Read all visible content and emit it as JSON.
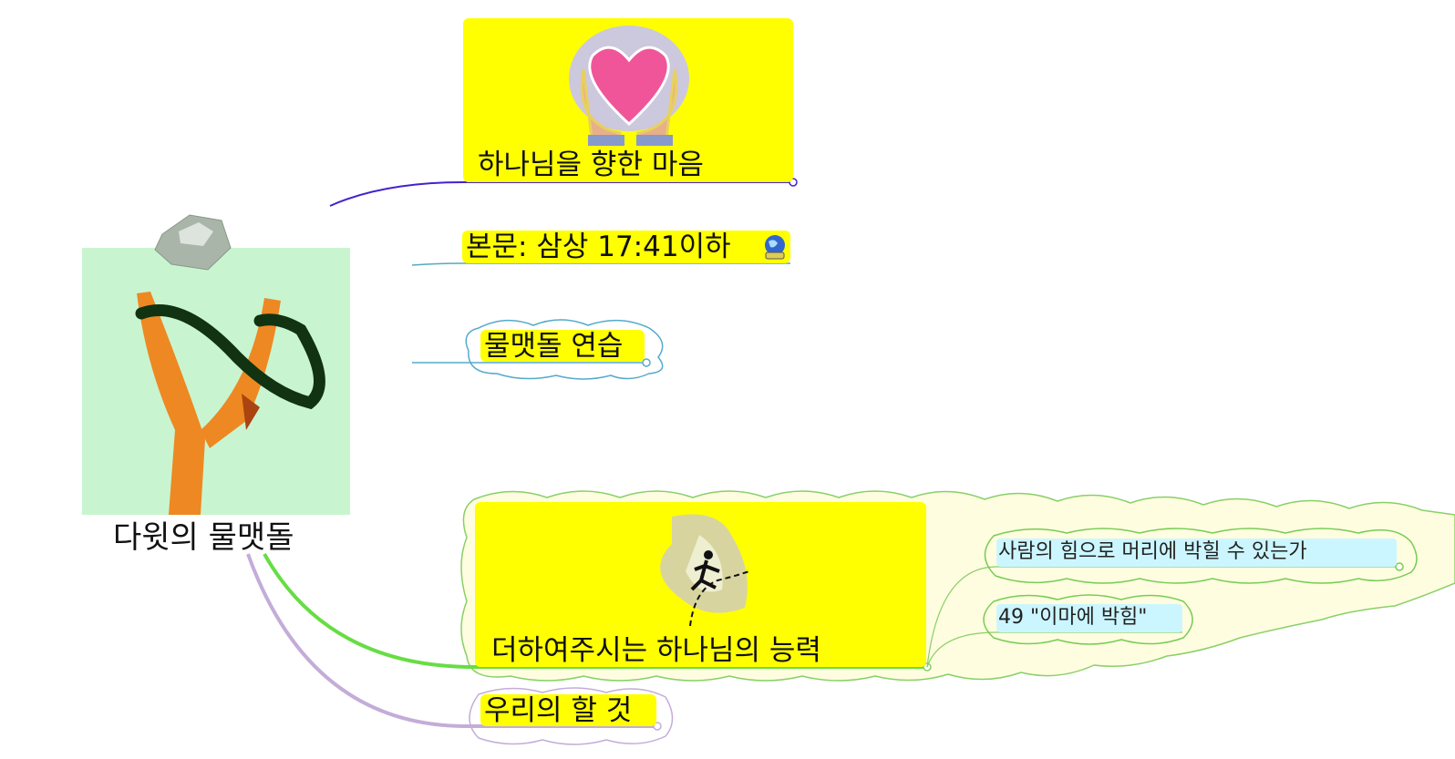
{
  "central": {
    "label": "다윗의 물맷돌",
    "image": "slingshot-image",
    "bg_color": "#c8f5d0"
  },
  "topics": [
    {
      "label": "하나님을 향한 마음",
      "image": "heart-in-hands-image",
      "color": "#4422cc"
    },
    {
      "label": "본문: 삼상 17:41이하",
      "icon": "globe-hyperlink-icon",
      "color": "#55aabb"
    },
    {
      "label": "물맷돌 연습",
      "color": "#55aacc"
    },
    {
      "label": "더하여주시는 하나님의 능력",
      "image": "running-figure-image",
      "color": "#66dd44",
      "subtopics": [
        {
          "label": "사람의 힘으로 머리에 박힐 수 있는가"
        },
        {
          "label": "49 \"이마에 박힘\""
        }
      ]
    },
    {
      "label": "우리의 할 것",
      "color": "#c4acd8"
    }
  ]
}
